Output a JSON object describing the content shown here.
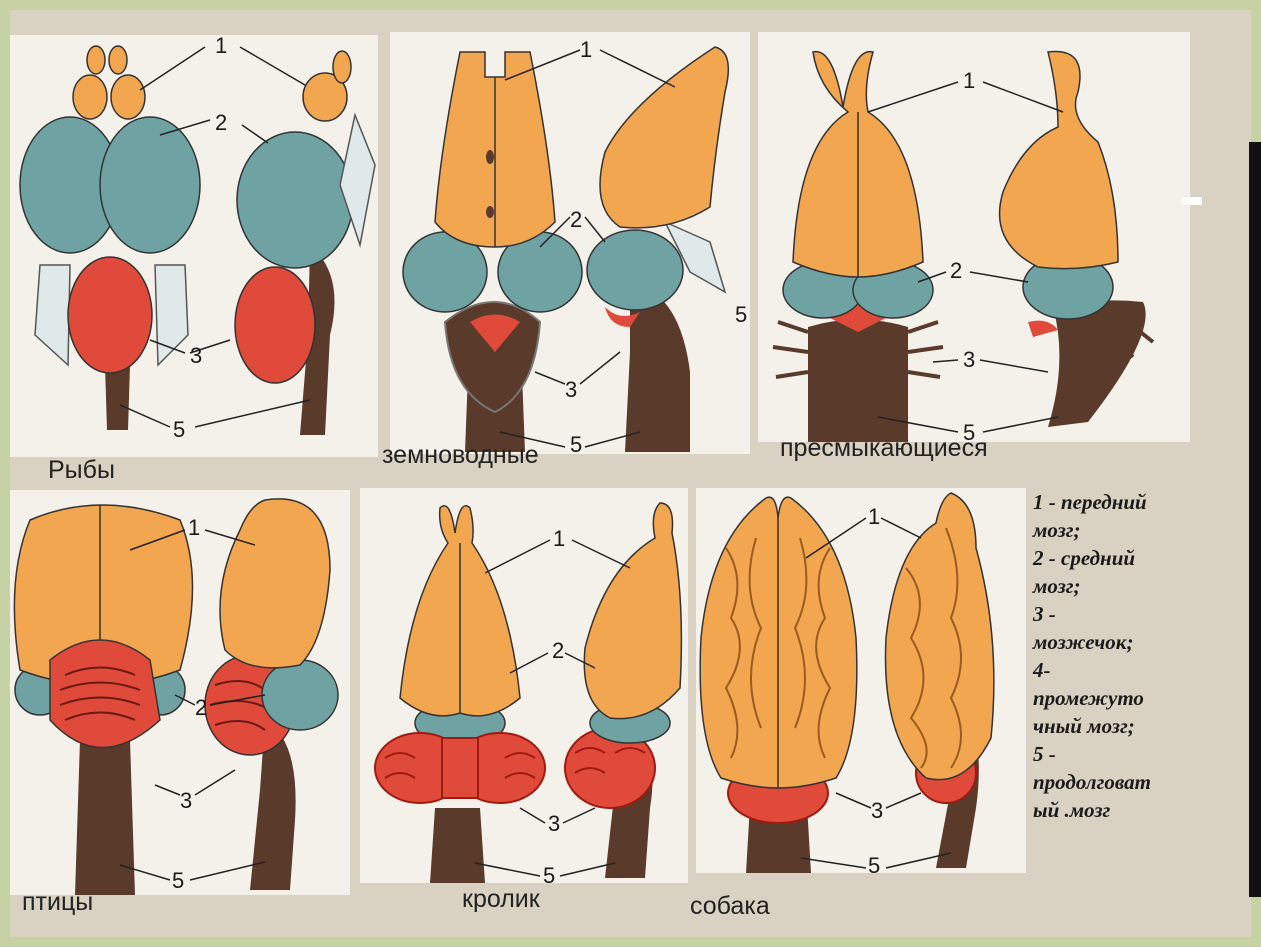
{
  "panels": [
    {
      "id": "fish",
      "caption": "Рыбы",
      "numbers": [
        "1",
        "2",
        "3",
        "5"
      ]
    },
    {
      "id": "amphibians",
      "caption": "земноводные",
      "numbers": [
        "1",
        "2",
        "3",
        "5",
        "5"
      ]
    },
    {
      "id": "reptiles",
      "caption": "пресмыкающиеся",
      "numbers": [
        "1",
        "2",
        "3",
        "5"
      ]
    },
    {
      "id": "birds",
      "caption": "птицы",
      "numbers": [
        "1",
        "2",
        "3",
        "5"
      ]
    },
    {
      "id": "rabbit",
      "caption": "кролик",
      "numbers": [
        "1",
        "2",
        "3",
        "5"
      ]
    },
    {
      "id": "dog",
      "caption": "собака",
      "numbers": [
        "1",
        "3",
        "5"
      ]
    }
  ],
  "legend": [
    "1 - передний",
    "мозг;",
    "2 - средний",
    "мозг;",
    "3 -",
    "мозжечок;",
    "4-",
    "промежуто",
    "чный мозг;",
    "5 -",
    "продолговат",
    "ый .мозг"
  ],
  "colors": {
    "background": "#c7d2a4",
    "forebrain": "#f2a650",
    "midbrain": "#6fa3a3",
    "cerebellum": "#e04a3a",
    "medulla": "#5a3a2a"
  }
}
